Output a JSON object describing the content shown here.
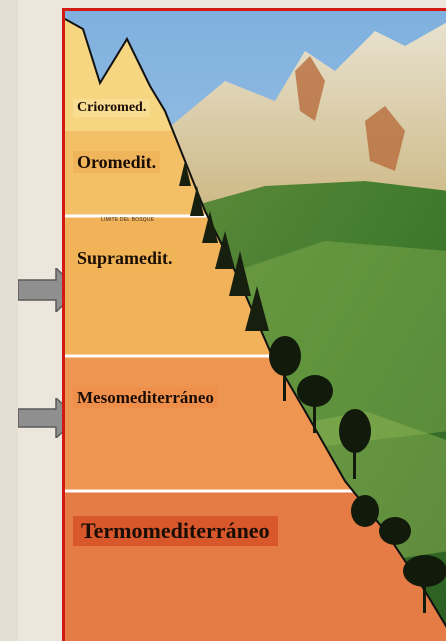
{
  "belts": [
    {
      "label": "Crioromed."
    },
    {
      "label": "Oromedit."
    },
    {
      "label": "Supramedit."
    },
    {
      "label": "Mesomediterráneo"
    },
    {
      "label": "Termomediterráneo"
    }
  ],
  "treeline_label": "LIMITE DEL BOSQUE",
  "colors": {
    "frame_border": "#d21a12",
    "crio": "#f6d680",
    "oro": "#f3c068",
    "supra": "#f2b25a",
    "meso": "#ee9651",
    "termo": "#e57b45",
    "arrow": "#8f8f8f"
  }
}
